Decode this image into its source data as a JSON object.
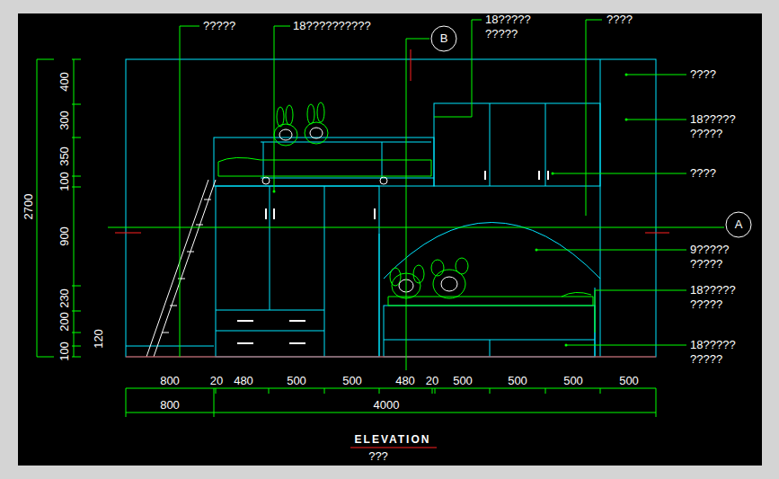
{
  "diagram": {
    "title": "ELEVATION",
    "caption": "???",
    "nodes": [
      {
        "text": [
          "B"
        ]
      },
      {
        "text": [
          "A"
        ]
      }
    ],
    "labels": [
      "?????",
      "18??????????",
      "18????? ?????",
      "????",
      "????",
      "18????? ?????",
      "????",
      "9????? ?????",
      "18????? ?????",
      "18????? ?????",
      "2700",
      "400",
      "300",
      "350",
      "100",
      "900",
      "230",
      "200",
      "120",
      "100",
      "800",
      "20",
      "480",
      "500",
      "500",
      "480",
      "20",
      "500",
      "500",
      "500",
      "500",
      "800",
      "4000"
    ]
  }
}
